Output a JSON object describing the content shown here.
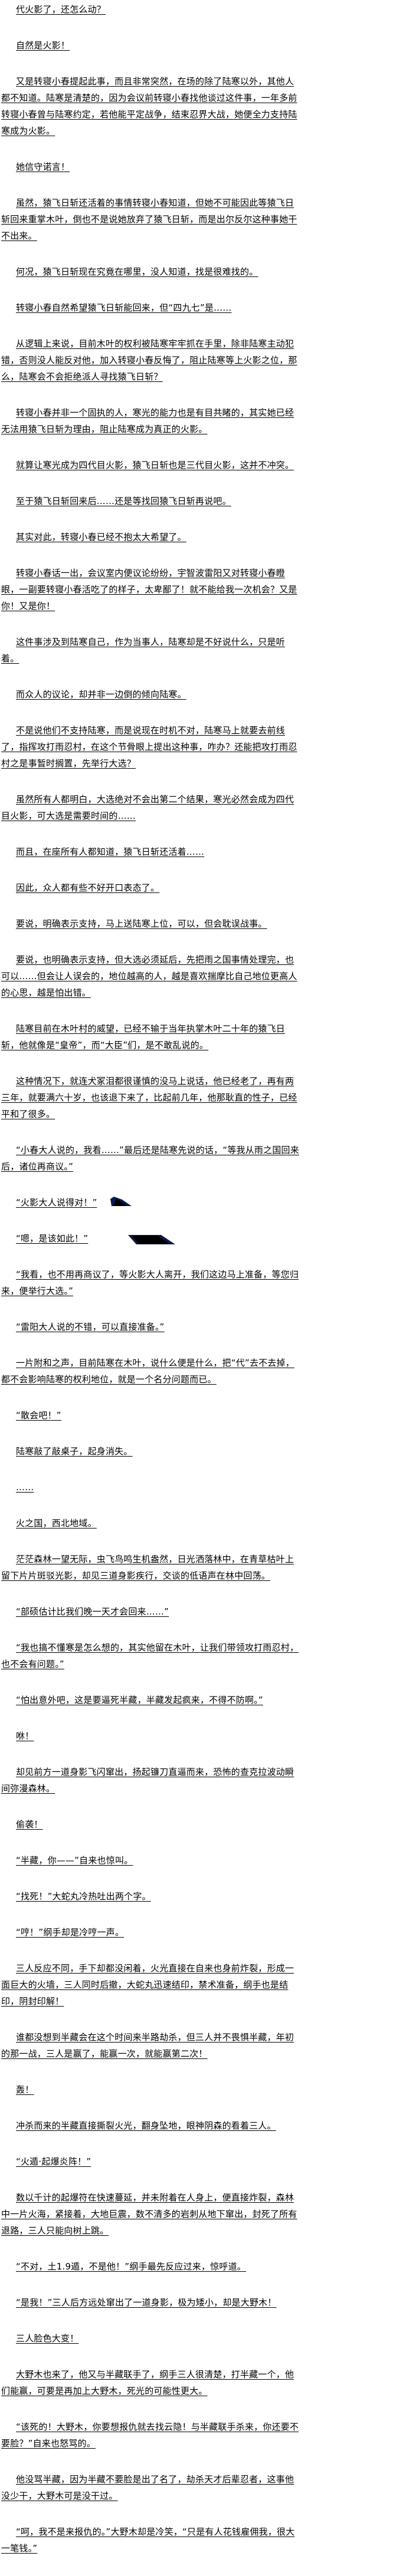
{
  "colors": {
    "text": "#000000",
    "background": "#ffffff",
    "decoration": "#0a1a4a"
  },
  "decoration_icon": "dark-mountain-shape",
  "paragraphs": [
    "代火影了，还怎么动？",
    "自然是火影！",
    "又是转寝小春提起此事，而且非常突然，在场的除了陆寒以外，其他人都不知道。陆寒是清楚的，因为会议前转寝小春找他谈过这件事，一年多前转寝小春曾与陆寒约定，若他能平定战争，结束忍界大战，她便全力支持陆寒成为火影。",
    "她信守诺言！",
    "虽然，猿飞日斩还活着的事情转寝小春知道，但她不可能因此等猿飞日斩回来重掌木叶，倒也不是说她放弃了猿飞日斩，而是出尔反尔这种事她干不出来。",
    "何况，猿飞日斩现在究竟在哪里，没人知道，找是很难找的。",
    "转寝小春自然希望猿飞日斩能回来，但“四九七”是……",
    "从逻辑上来说，目前木叶的权利被陆寒牢牢抓在手里，除非陆寒主动犯错，否则没人能反对他，加入转寝小春反悔了，阻止陆寒等上火影之位，那么，陆寒会不会拒绝派人寻找猿飞日斩？",
    "转寝小春并非一个固执的人，寒光的能力也是有目共睹的，其实她已经无法用猿飞日斩为理由，阻止陆寒成为真正的火影。",
    "就算让寒光成为四代目火影，猿飞日斩也是三代目火影，这并不冲突。",
    "至于猿飞日斩回来后……还是等找回猿飞日斩再说吧。",
    "其实对此，转寝小春已经不抱太大希望了。",
    "转寝小春话一出，会议室内便议论纷纷，宇智波雷阳又对转寝小春瞪眼，一副要转寝小春活吃了的样子，太卑鄙了！就不能给我一次机会？又是你！又是你！",
    "这件事涉及到陆寒自己，作为当事人，陆寒却是不好说什么，只是听着。",
    "而众人的议论，却并非一边倒的倾向陆寒。",
    "不是说他们不支持陆寒，而是说现在时机不对，陆寒马上就要去前线了，指挥攻打雨忍村，在这个节骨眼上提出这种事，咋办？还能把攻打雨忍村之是事暂时搁置，先举行大选？",
    "虽然所有人都明白，大选绝对不会出第二个结果，寒光必然会成为四代目火影，可大选是需要时间的……",
    "而且，在座所有人都知道，猿飞日斩还活着……",
    "因此，众人都有些不好开口表态了。",
    "要说，明确表示支持，马上送陆寒上位，可以，但会耽误战事。",
    "要说，也明确表示支持，但大选必须延后，先把雨之国事情处理完，也可以……但会让人误会的，地位越高的人，越是喜欢揣摩比自己地位更高人的心思，越是怕出错。",
    "陆寒目前在木叶村的威望，已经不输于当年执掌木叶二十年的猿飞日斩，他就像是“皇帝”，而“大臣”们，是不敢乱说的。",
    "这种情况下，就连犬冢泪都很谨慎的没马上说话，他已经老了，再有两三年，就要满六十岁，也该退下来了，比起前几年，他那耿直的性子，已经平和了很多。",
    "“小春大人说的，我看……”最后还是陆寒先说的话，“等我从雨之国回来后，诸位再商议。”",
    "“火影大人说得对！”",
    "“嗯，是该如此！”",
    "“我看，也不用再商议了，等火影大人离开，我们这边马上准备，等您归来，便举行大选。”",
    "“雷阳大人说的不错，可以直接准备。”",
    "一片附和之声，目前陆寒在木叶，说什么便是什么，把“代”去不去掉，都不会影响陆寒的权利地位，就是一个名分问题而已。",
    "“散会吧！”",
    "陆寒敲了敲桌子，起身消失。",
    "……",
    "火之国，西北地域。",
    "茫茫森林一望无际，虫飞鸟鸣生机盎然，日光洒落林中，在青草枯叶上留下片片斑驳光影，却见三道身影疾行，交谈的低语声在林中回荡。",
    "“部硕估计比我们晚一天才会回来……”",
    "“我也搞不懂寒是怎么想的，其实他留在木叶，让我们带领攻打雨忍村，也不会有问题。”",
    "“怕出意外吧，这是要逼死半藏，半藏发起疯来，不得不防啊。”",
    "咻！",
    "却见前方一道身影飞闪窜出，扬起镰刀直逼而来，恐怖的查克拉波动瞬间弥漫森林。",
    "偷袭！",
    "“半藏，你——”自来也惊叫。",
    "“找死！”大蛇丸冷热吐出两个字。",
    "“哼！”纲手却是冷哼一声。",
    "三人反应不同，手下却都没闲着，火光直接在自来也身前炸裂，形成一面巨大的火墙，三人同时后撤，大蛇丸迅速结印，禁术准备，纲手也是结印，阴封印解！",
    "谁都没想到半藏会在这个时间来半路劫杀，但三人并不畏惧半藏，年初的那一战，三人是赢了，能赢一次，就能赢第二次！",
    "轰！",
    "冲杀而来的半藏直接撕裂火光，翻身坠地，眼神阴森的看着三人。",
    "“火遁·起爆炎阵！”",
    "数以千计的起爆符在快速蔓延，并未附着在人身上，便直接炸裂，森林中一片火海，紧接着，大地巨震，数不清多的岩刺从地下窜出，封死了所有退路，三人只能向树上跳。",
    "“不对，土1.9遁，不是他！”纲手最先反应过来，惊呼道。",
    "“是我！”三人后方远处窜出了一道身影，极为矮小，却是大野木！",
    "三人脸色大变！",
    "大野木也来了，他又与半藏联手了，纲手三人很清楚，打半藏一个，他们能赢，可要是再加上大野木，死光的可能性更大。",
    "“该死的！大野木，你要想报仇就去找云隐！与半藏联手杀来，你还要不要脸？”自来也怒骂的。",
    "他没骂半藏，因为半藏不要脸是出了名了，劫杀天才后辈忍者，这事他没少干，大野木可是没干过。",
    "“呵，我不是来报仇的。”大野木却是冷笑，“只是有人花钱雇佣我，很大一笔钱。”"
  ]
}
